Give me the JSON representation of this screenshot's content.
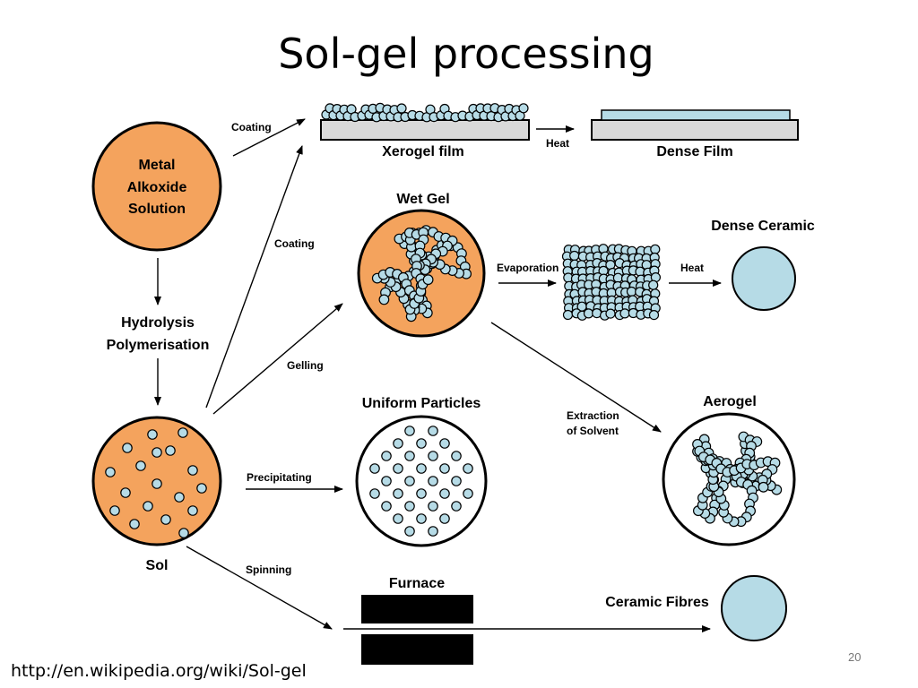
{
  "title": "Sol-gel processing",
  "colors": {
    "sol": "#f4a35d",
    "particle": "#b6dbe6",
    "outline": "#000000",
    "furnace": "#000000",
    "film": "#d9d9d9"
  },
  "nodes": {
    "metal_alkoxide": [
      "Metal",
      "Alkoxide",
      "Solution"
    ],
    "hydrolysis": [
      "Hydrolysis",
      "Polymerisation"
    ],
    "sol": "Sol",
    "xerogel_film": "Xerogel film",
    "dense_film": "Dense Film",
    "wet_gel": "Wet Gel",
    "dense_ceramic": "Dense Ceramic",
    "uniform_particles": "Uniform Particles",
    "aerogel": "Aerogel",
    "furnace": "Furnace",
    "ceramic_fibres": "Ceramic Fibres"
  },
  "edges": {
    "coating_top": "Coating",
    "heat_film": "Heat",
    "coating_mid": "Coating",
    "evaporation": "Evaporation",
    "heat_ceramic": "Heat",
    "gelling": "Gelling",
    "extraction": [
      "Extraction",
      "of Solvent"
    ],
    "precipitating": "Precipitating",
    "spinning": "Spinning"
  },
  "footer": {
    "url": "http://en.wikipedia.org/wiki/Sol-gel",
    "page_number": "20"
  }
}
